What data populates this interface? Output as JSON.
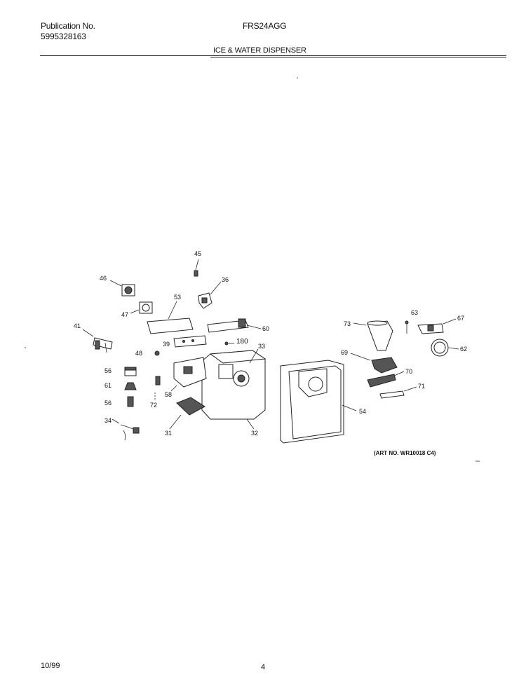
{
  "header": {
    "publication_label": "Publication No.",
    "publication_number": "5995328163",
    "model": "FRS24AGG",
    "section_title": "ICE & WATER DISPENSER"
  },
  "diagram": {
    "callouts": {
      "c45": "45",
      "c46": "46",
      "c36": "36",
      "c47": "47",
      "c53": "53",
      "c41": "41",
      "c60": "60",
      "c39": "39",
      "c180": "180",
      "c33": "33",
      "c48": "48",
      "c56a": "56",
      "c61": "61",
      "c56b": "56",
      "c58": "58",
      "c72": "72",
      "c34": "34",
      "c31": "31",
      "c32": "32",
      "c63": "63",
      "c73": "73",
      "c67": "67",
      "c62": "62",
      "c69": "69",
      "c70": "70",
      "c71": "71",
      "c54": "54"
    },
    "art_number": "(ART NO. WR10018 C4)"
  },
  "footer": {
    "date": "10/99",
    "page": "4"
  }
}
